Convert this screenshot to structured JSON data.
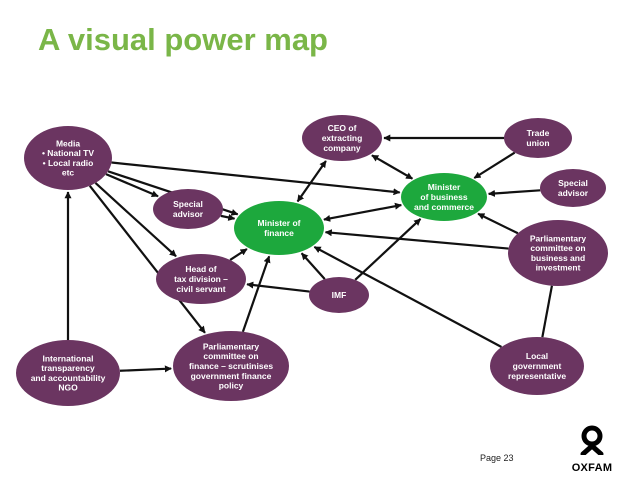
{
  "title": "A visual power map",
  "page_label": "Page 23",
  "brand": {
    "name": "OXFAM",
    "icon": "oxfam-logo-icon"
  },
  "colors": {
    "title": "#7ab648",
    "stakeholder": "#6b3561",
    "focus": "#1da83d",
    "arrow": "#111111"
  },
  "nodes": [
    {
      "id": "media",
      "color": "stakeholder",
      "lines": [
        "Media",
        "• National TV",
        "• Local radio",
        "etc"
      ]
    },
    {
      "id": "ceo",
      "color": "stakeholder",
      "lines": [
        "CEO of",
        "extracting",
        "company"
      ]
    },
    {
      "id": "trade",
      "color": "stakeholder",
      "lines": [
        "Trade",
        "union"
      ]
    },
    {
      "id": "mbc",
      "color": "focus",
      "lines": [
        "Minister",
        "of business",
        "and commerce"
      ]
    },
    {
      "id": "sa2",
      "color": "stakeholder",
      "lines": [
        "Special",
        "advisor"
      ]
    },
    {
      "id": "sa1",
      "color": "stakeholder",
      "lines": [
        "Special",
        "advisor"
      ]
    },
    {
      "id": "mf",
      "color": "focus",
      "lines": [
        "Minister of",
        "finance"
      ]
    },
    {
      "id": "pcb",
      "color": "stakeholder",
      "lines": [
        "Parliamentary",
        "committee on",
        "business and",
        "investment"
      ]
    },
    {
      "id": "htd",
      "color": "stakeholder",
      "lines": [
        "Head of",
        "tax division –",
        "civil servant"
      ]
    },
    {
      "id": "imf",
      "color": "stakeholder",
      "lines": [
        "IMF"
      ]
    },
    {
      "id": "ngo",
      "color": "stakeholder",
      "lines": [
        "International",
        "transparency",
        "and accountability",
        "NGO"
      ]
    },
    {
      "id": "pcf",
      "color": "stakeholder",
      "lines": [
        "Parliamentary",
        "committee on",
        "finance – scrutinises",
        "government finance",
        "policy"
      ]
    },
    {
      "id": "lgr",
      "color": "stakeholder",
      "lines": [
        "Local",
        "government",
        "representative"
      ]
    }
  ],
  "edges": [
    {
      "from": "media",
      "to": "mf"
    },
    {
      "from": "media",
      "to": "mbc"
    },
    {
      "from": "media",
      "to": "sa1"
    },
    {
      "from": "media",
      "to": "htd"
    },
    {
      "from": "media",
      "to": "pcf"
    },
    {
      "from": "ngo",
      "to": "media"
    },
    {
      "from": "ngo",
      "to": "pcf"
    },
    {
      "from": "ceo",
      "to": "mf",
      "both": true
    },
    {
      "from": "ceo",
      "to": "mbc",
      "both": true
    },
    {
      "from": "trade",
      "to": "ceo"
    },
    {
      "from": "trade",
      "to": "mbc"
    },
    {
      "from": "sa2",
      "to": "mbc"
    },
    {
      "from": "mbc",
      "to": "mf",
      "both": true
    },
    {
      "from": "sa1",
      "to": "mf"
    },
    {
      "from": "pcb",
      "to": "mbc"
    },
    {
      "from": "pcb",
      "to": "mf"
    },
    {
      "from": "pcb",
      "to": "lgr",
      "plain": true
    },
    {
      "from": "lgr",
      "to": "mf"
    },
    {
      "from": "imf",
      "to": "mf"
    },
    {
      "from": "imf",
      "to": "mbc"
    },
    {
      "from": "imf",
      "to": "htd"
    },
    {
      "from": "htd",
      "to": "mf"
    },
    {
      "from": "pcf",
      "to": "mf"
    }
  ]
}
